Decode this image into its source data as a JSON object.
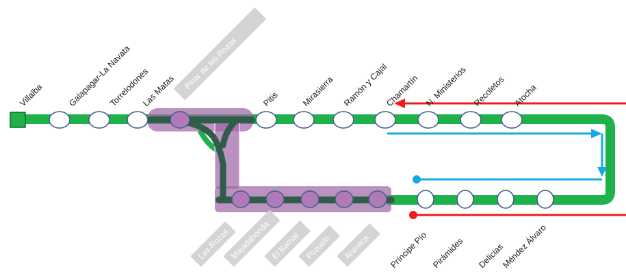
{
  "colors": {
    "line": "#20b24a",
    "track_dark": "#2f5d4a",
    "highlight": "#a066a6",
    "station_fill": "#ffffff",
    "station_stroke": "#3d5f86",
    "tunnel_station_fill": "#b07ab8",
    "terminus": "#20b24a",
    "red_arrow": "#ee1c1c",
    "blue_arrow": "#1aa7e6",
    "grey_tag": "#d4d4d4"
  },
  "terminus": {
    "name": "Villalba",
    "icon": "square-terminus-icon"
  },
  "top_branch": {
    "stations": [
      "Galapagar-La Navata",
      "Torrelodones",
      "Las Matas",
      "Pitis",
      "Mirasierra",
      "Ramón y Cajal",
      "Chamartín",
      "N. Ministerios",
      "Recoletos",
      "Atocha"
    ]
  },
  "bypassed_top": [
    "Pinar de las Rozas"
  ],
  "bottom_branch": {
    "bypassed": [
      "Las Rozas",
      "Majadahonda",
      "El Barrial",
      "Pozuelo",
      "Aravaca"
    ],
    "stations": [
      "Príncipe Pío",
      "Pirámides",
      "Delicias",
      "Méndez Álvaro"
    ]
  }
}
